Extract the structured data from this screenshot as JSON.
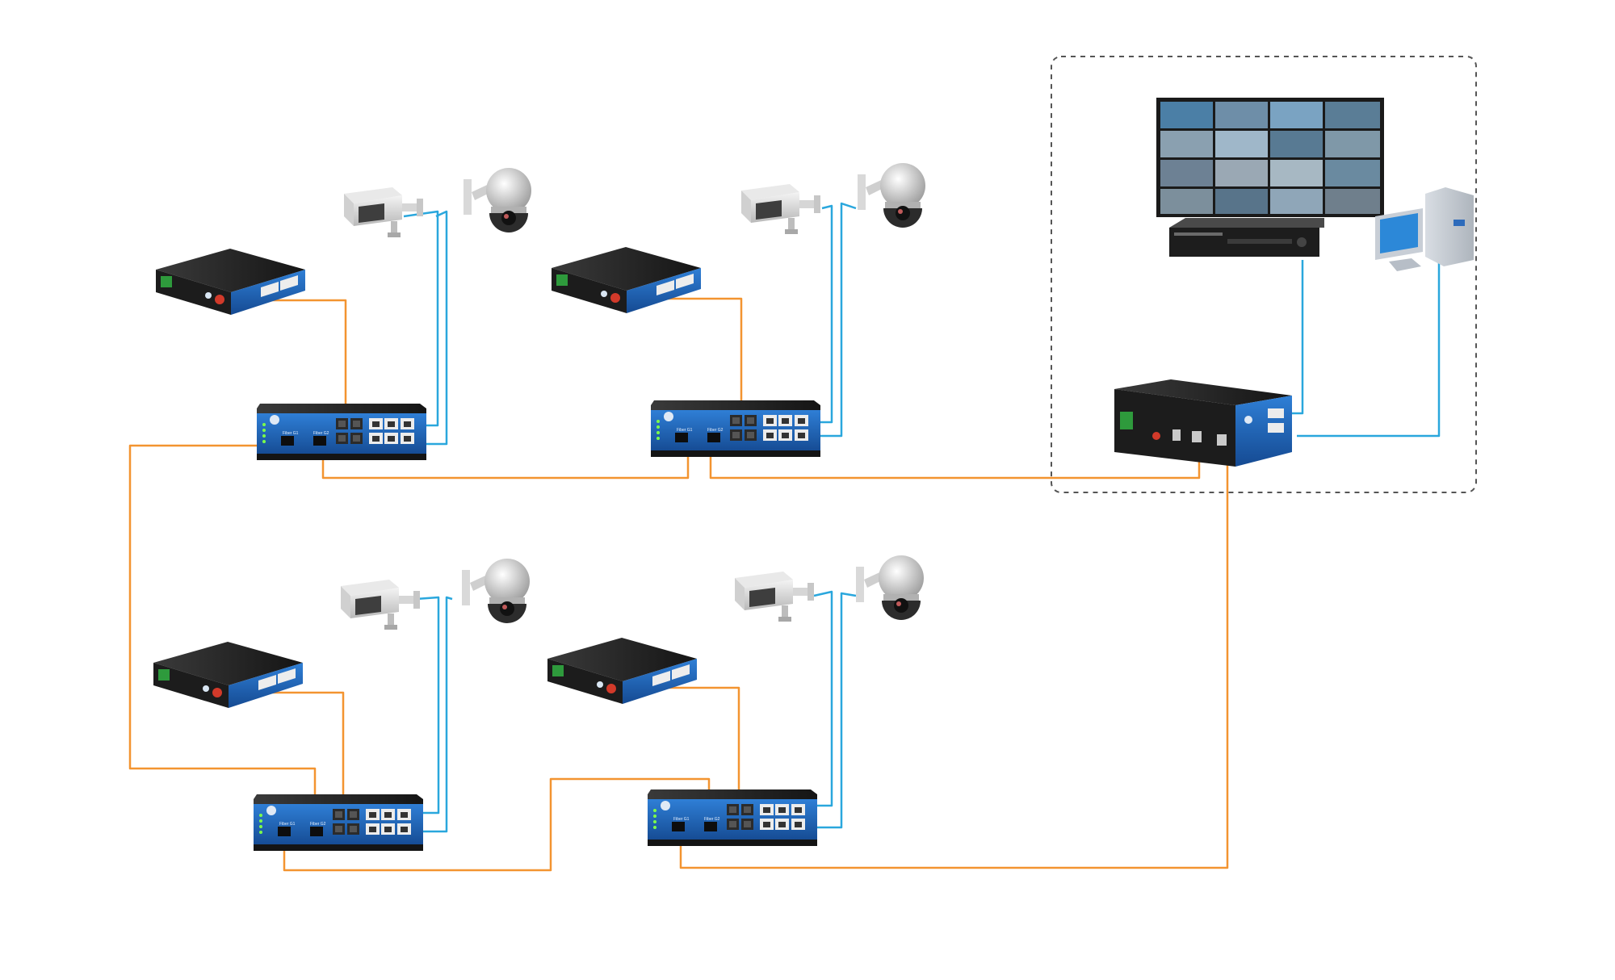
{
  "title": "",
  "nodes": {
    "control_center": {
      "type": "monitoring-room",
      "label": ""
    },
    "video_wall": {
      "type": "video-wall",
      "tiles": 16
    },
    "nvr": {
      "type": "nvr-recorder"
    },
    "workstation": {
      "type": "pc-workstation"
    },
    "core_switch": {
      "type": "industrial-ethernet-switch",
      "ports": "2 fiber + 2 RJ45"
    },
    "ring_switches": [
      {
        "id": "sw1",
        "type": "managed-ring-switch",
        "fiber_labels": [
          "Fiber G1",
          "Fiber G2"
        ]
      },
      {
        "id": "sw2",
        "type": "managed-ring-switch",
        "fiber_labels": [
          "Fiber G1",
          "Fiber G2"
        ]
      },
      {
        "id": "sw3",
        "type": "managed-ring-switch",
        "fiber_labels": [
          "Fiber G1",
          "Fiber G2"
        ]
      },
      {
        "id": "sw4",
        "type": "managed-ring-switch",
        "fiber_labels": [
          "Fiber G1",
          "Fiber G2"
        ]
      }
    ],
    "media_converters": [
      "mc1",
      "mc2",
      "mc3",
      "mc4"
    ],
    "cameras": {
      "bullet": 4,
      "dome": 4
    }
  },
  "links": {
    "fiber": {
      "color": "#f39430",
      "kind": "optical-fiber"
    },
    "ethernet": {
      "color": "#2aa7dd",
      "kind": "copper-ethernet"
    }
  },
  "colors": {
    "device_blue": "#1b5fb5",
    "device_black": "#1b1b1b",
    "enclosure_border": "#555555"
  }
}
